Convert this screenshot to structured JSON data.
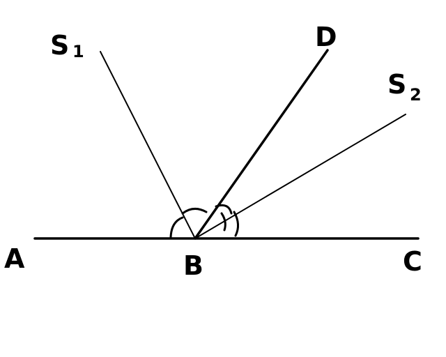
{
  "diagram": {
    "points": {
      "A": "A",
      "B": "B",
      "C": "C",
      "D": "D"
    },
    "rays": {
      "s1": {
        "letter": "S",
        "index": "1"
      },
      "s2": {
        "letter": "S",
        "index": "2"
      }
    },
    "ink_color": "#000000",
    "background_color": "#ffffff"
  }
}
